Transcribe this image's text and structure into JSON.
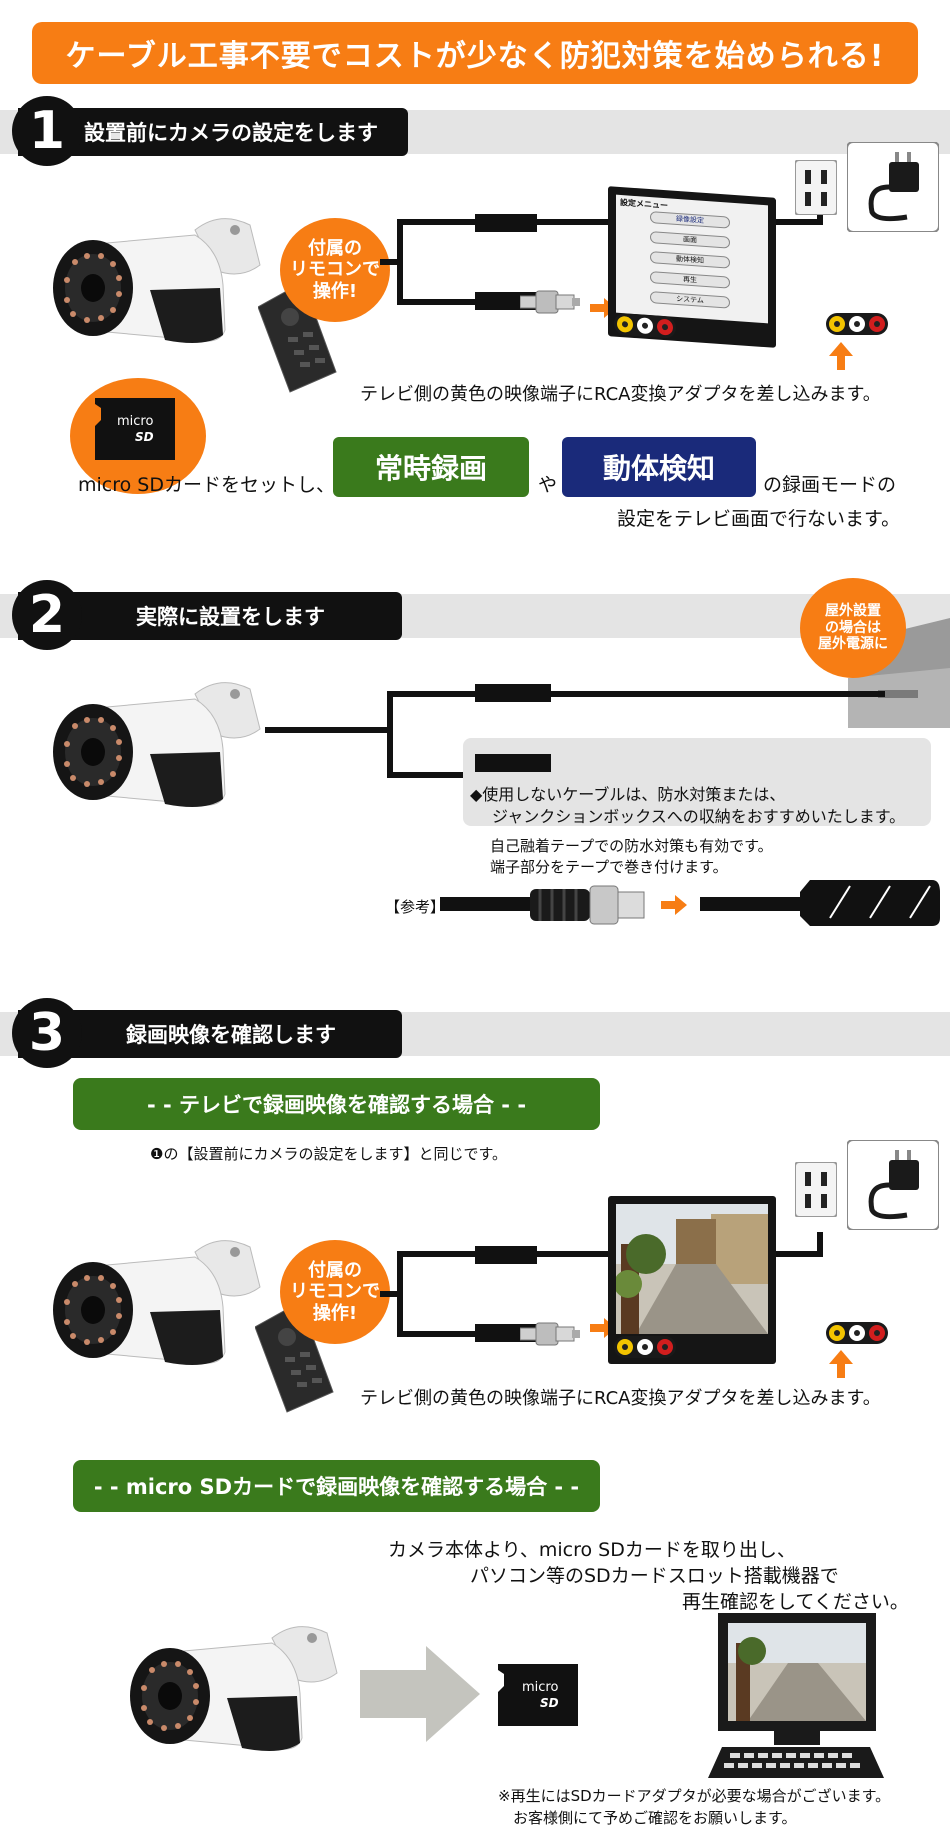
{
  "banner": "ケーブル工事不要でコストが少なく防犯対策を始められる!",
  "step1": {
    "num": "1",
    "title": "設置前にカメラの設定をします",
    "remote_bubble": [
      "付属の",
      "リモコンで",
      "操作!"
    ],
    "tv_note": "テレビ側の黄色の映像端子にRCA変換アダプタを差し込みます。",
    "sd_label": "micro",
    "sd_label2": "SD",
    "sd_text": "micro SDカードをセットし、",
    "mode_always": "常時録画",
    "ya": "や",
    "mode_motion": "動体検知",
    "mode_suffix": "の録画モードの",
    "mode_line2": "設定をテレビ画面で行ないます。",
    "tv_menu_title": "設定メニュー",
    "tv_menu_items": [
      "録像設定",
      "画面",
      "動体検知",
      "再生",
      "システム"
    ]
  },
  "step2": {
    "num": "2",
    "title": "実際に設置をします",
    "outdoor_bubble": [
      "屋外設置",
      "の場合は",
      "屋外電源に"
    ],
    "note_line1": "◆使用しないケーブルは、防水対策または、",
    "note_line2": "ジャンクションボックスへの収納をおすすめいたします。",
    "tape_line1": "自己融着テープでの防水対策も有効です。",
    "tape_line2": "端子部分をテープで巻き付けます。",
    "ref_label": "【参考】"
  },
  "step3": {
    "num": "3",
    "title": "録画映像を確認します",
    "tv_pill": "- - テレビで録画映像を確認する場合 - -",
    "tv_same": "❶の【設置前にカメラの設定をします】と同じです。",
    "remote_bubble": [
      "付属の",
      "リモコンで",
      "操作!"
    ],
    "tv_note": "テレビ側の黄色の映像端子にRCA変換アダプタを差し込みます。",
    "sd_pill": "- - micro SDカードで録画映像を確認する場合 - -",
    "pc_line1": "カメラ本体より、micro SDカードを取り出し、",
    "pc_line2": "パソコン等のSDカードスロット搭載機器で",
    "pc_line3": "再生確認をしてください。",
    "sd_label": "micro",
    "sd_label2": "SD",
    "foot_line1": "※再生にはSDカードアダプタが必要な場合がございます。",
    "foot_line2": "お客様側にて予めご確認をお願いします。"
  },
  "colors": {
    "orange": "#f77d14",
    "green": "#3a7a1c",
    "navy": "#1a2a7a",
    "yellow": "#f3c400",
    "red": "#d21e1e"
  }
}
